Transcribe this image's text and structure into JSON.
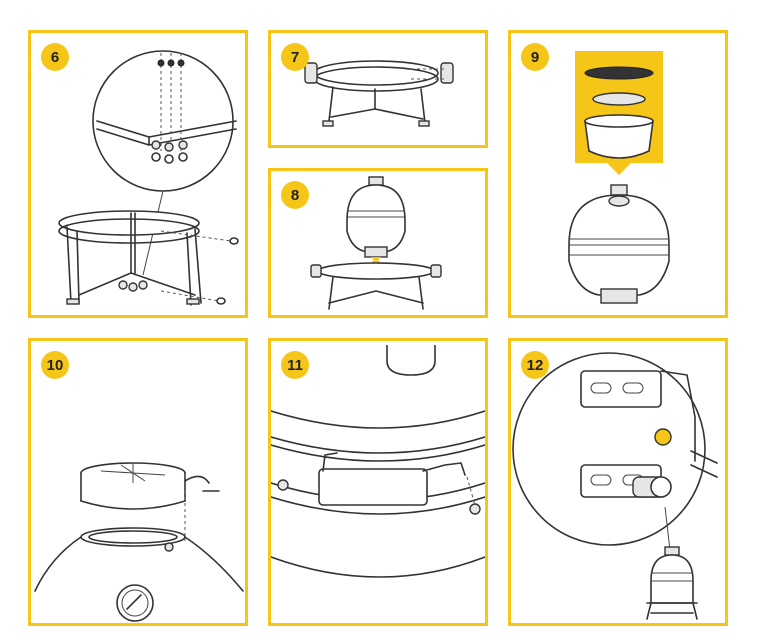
{
  "steps": [
    {
      "number": "6"
    },
    {
      "number": "7"
    },
    {
      "number": "8"
    },
    {
      "number": "9"
    },
    {
      "number": "10"
    },
    {
      "number": "11"
    },
    {
      "number": "12"
    }
  ],
  "colors": {
    "accent": "#f5c518",
    "line": "#333333"
  }
}
